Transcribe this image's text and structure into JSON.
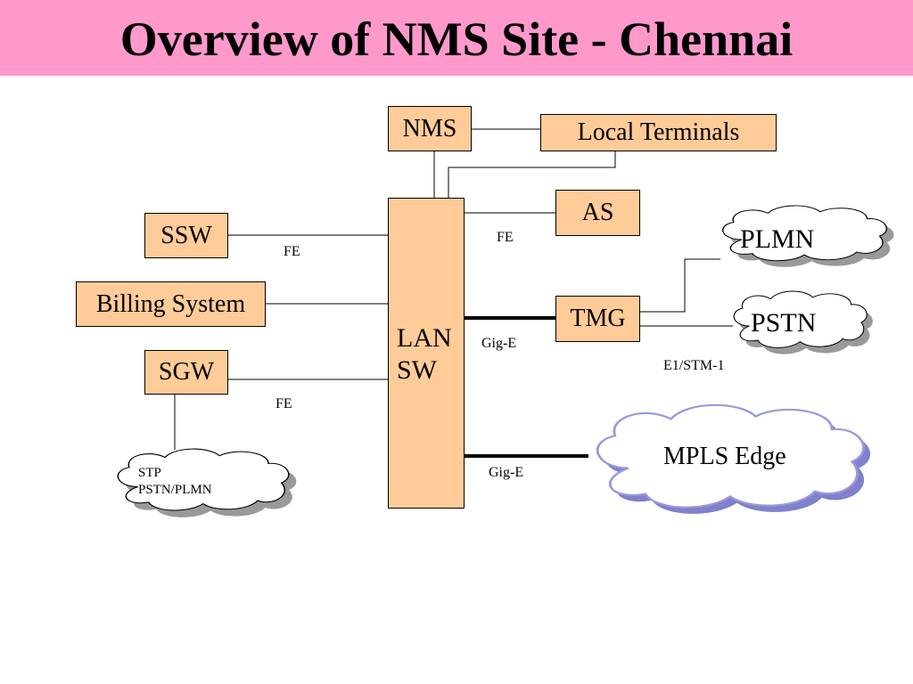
{
  "slide": {
    "title": "Overview of NMS Site - Chennai"
  },
  "nodes": {
    "nms": "NMS",
    "local_terminals": "Local Terminals",
    "as": "AS",
    "ssw": "SSW",
    "billing_system": "Billing System",
    "sgw": "SGW",
    "tmg": "TMG",
    "lan_sw_line1": "LAN",
    "lan_sw_line2": "SW"
  },
  "clouds": {
    "plmn": "PLMN",
    "pstn": "PSTN",
    "mpls_edge": "MPLS Edge",
    "stp_line1": "STP",
    "stp_line2": "PSTN/PLMN"
  },
  "link_labels": {
    "fe_ssw": "FE",
    "fe_as": "FE",
    "fe_sgw": "FE",
    "gig_e_tmg": "Gig-E",
    "gig_e_mpls": "Gig-E",
    "e1_stm1": "E1/STM-1"
  },
  "colors": {
    "title_bar": "#ff99cc",
    "box_fill": "#ffcc99",
    "cloud_fill": "#ffffff",
    "cloud_shadow": "#999999",
    "mpls_shadow": "#8080cc"
  }
}
